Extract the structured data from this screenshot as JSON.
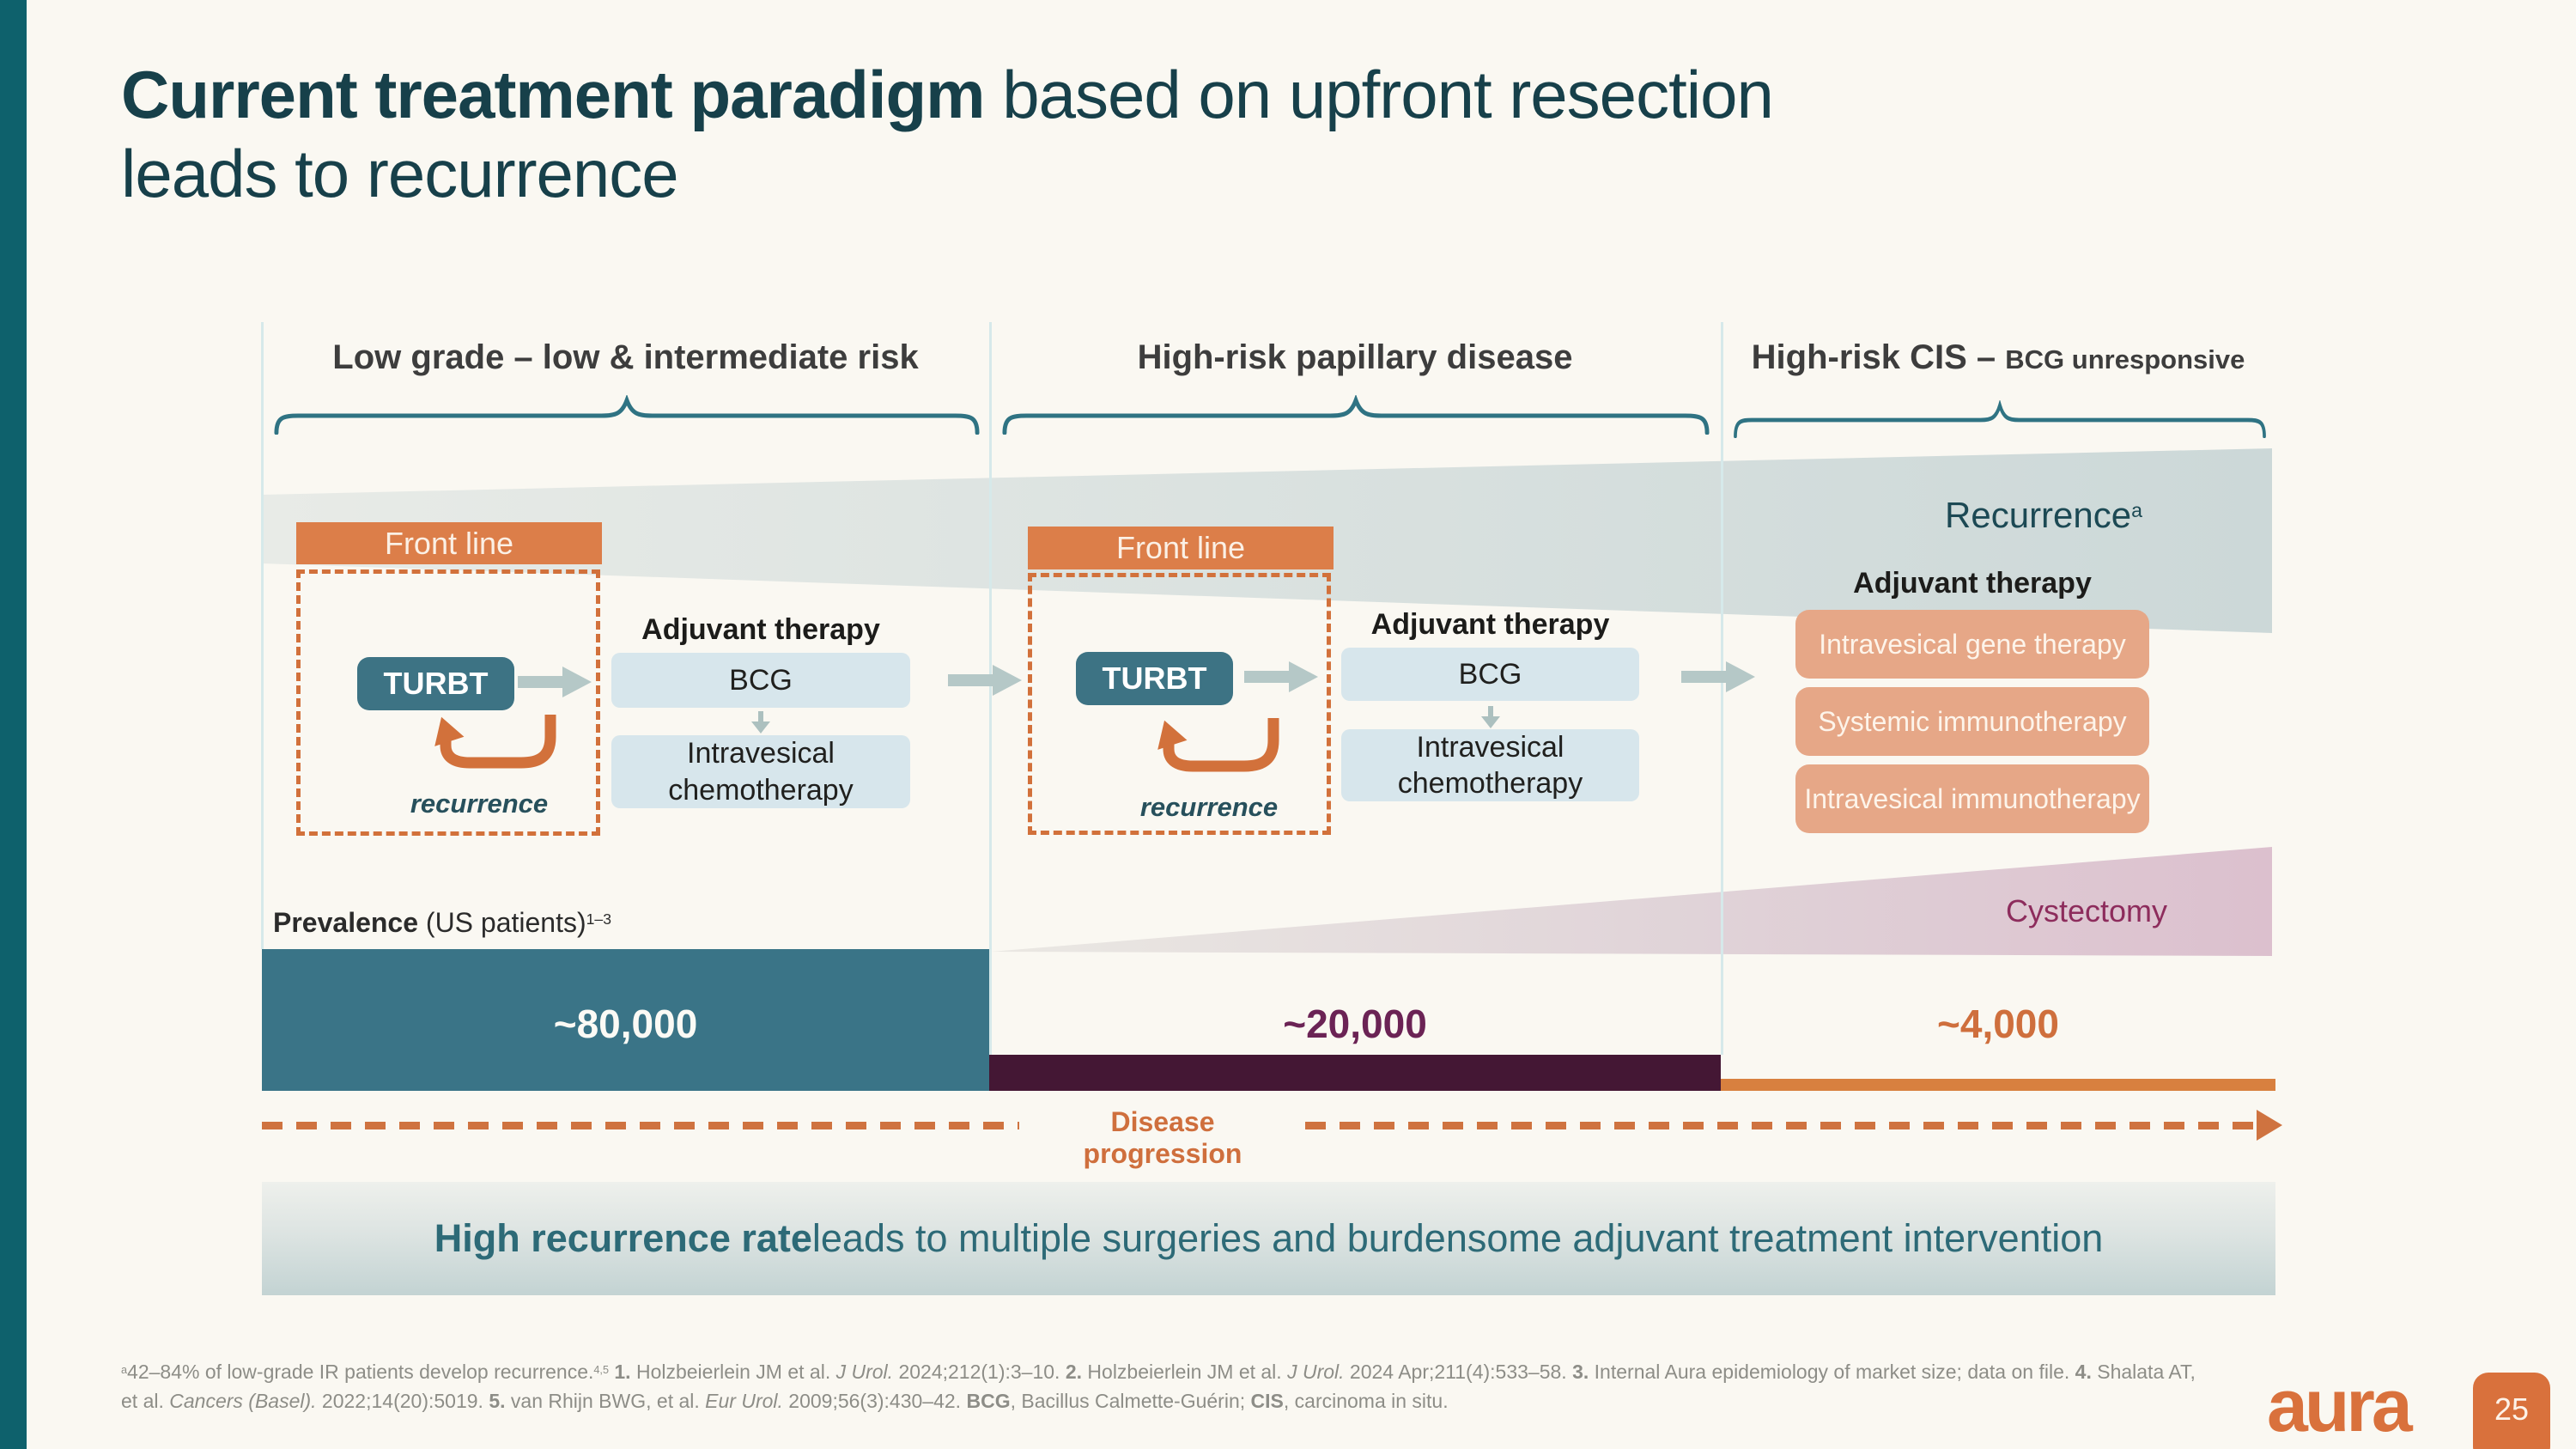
{
  "colors": {
    "background": "#faf8f2",
    "left_accent_bar": "#0e616c",
    "title_teal": "#17404a",
    "header_gray": "#3d3d3d",
    "brace_teal": "#2f7383",
    "recurrence_band_gray": "#ccd8d8",
    "front_line_orange": "#dc7e49",
    "dashed_orange": "#d2713b",
    "turbt_teal": "#3d7384",
    "light_blue_box": "#d7e6ec",
    "flow_arrow_gray": "#b5c8c7",
    "salmon_box": "#e6a787",
    "cystectomy_pink": "#dcc0ce",
    "cystectomy_text": "#8d2c5c",
    "prevalence_bar_teal": "#3a7487",
    "maroon_text": "#6b2355",
    "maroon_bar": "#441734",
    "orange_bar": "#d8803f",
    "banner_text": "#2d6a77",
    "logo_orange": "#d9713c"
  },
  "title": {
    "segments": [
      {
        "t": "Current treatment paradigm",
        "b": 1
      },
      {
        "t": " based on upfront resection\nleads to recurrence"
      }
    ]
  },
  "recurrence_band": {
    "label_segments": [
      {
        "t": "Recurrence"
      },
      {
        "t": "a",
        "sup": 1
      }
    ]
  },
  "cystectomy_label": "Cystectomy",
  "prevalence": {
    "label_segments": [
      {
        "t": "Prevalence",
        "b": 1
      },
      {
        "t": " (US patients)"
      },
      {
        "t": "1–3",
        "sup": 1
      }
    ]
  },
  "disease_progression_label": "Disease progression",
  "banner": {
    "segments": [
      {
        "t": "High recurrence rate",
        "b": 1
      },
      {
        "t": " leads to multiple surgeries and burdensome adjuvant treatment intervention"
      }
    ]
  },
  "columns": [
    {
      "header_segments": [
        {
          "t": "Low grade – low & intermediate risk"
        }
      ],
      "front_line_label": "Front line",
      "turbt_label": "TURBT",
      "recurrence_loop_label": "recurrence",
      "adjuvant_heading": "Adjuvant therapy",
      "therapies": [
        "BCG",
        "Intravesical chemotherapy"
      ],
      "prevalence_value": "~80,000"
    },
    {
      "header_segments": [
        {
          "t": "High-risk papillary disease"
        }
      ],
      "front_line_label": "Front line",
      "turbt_label": "TURBT",
      "recurrence_loop_label": "recurrence",
      "adjuvant_heading": "Adjuvant therapy",
      "therapies": [
        "BCG",
        "Intravesical chemotherapy"
      ],
      "prevalence_value": "~20,000"
    },
    {
      "header_segments": [
        {
          "t": "High-risk CIS – "
        },
        {
          "t": "BCG unresponsive",
          "small": 1
        }
      ],
      "adjuvant_heading": "Adjuvant therapy",
      "therapies": [
        "Intravesical gene therapy",
        "Systemic immunotherapy",
        "Intravesical immunotherapy"
      ],
      "prevalence_value": "~4,000"
    }
  ],
  "footnotes": {
    "line1_segments": [
      {
        "t": "a",
        "sup": 1
      },
      {
        "t": "42–84% of low-grade IR patients develop recurrence."
      },
      {
        "t": "4,5",
        "sup": 1
      },
      {
        "t": " "
      },
      {
        "t": "1.",
        "b": 1
      },
      {
        "t": " Holzbeierlein JM et al. "
      },
      {
        "t": "J Urol.",
        "i": 1
      },
      {
        "t": " 2024;212(1):3–10. "
      },
      {
        "t": "2.",
        "b": 1
      },
      {
        "t": " Holzbeierlein JM et al. "
      },
      {
        "t": "J Urol.",
        "i": 1
      },
      {
        "t": " 2024 Apr;211(4):533–58. "
      },
      {
        "t": "3.",
        "b": 1
      },
      {
        "t": " Internal Aura epidemiology of market size; data on file. "
      },
      {
        "t": "4.",
        "b": 1
      },
      {
        "t": " Shalata AT,"
      }
    ],
    "line2_segments": [
      {
        "t": "et al. "
      },
      {
        "t": "Cancers (Basel).",
        "i": 1
      },
      {
        "t": " 2022;14(20):5019. "
      },
      {
        "t": "5.",
        "b": 1
      },
      {
        "t": " van Rhijn BWG, et al. "
      },
      {
        "t": "Eur Urol.",
        "i": 1
      },
      {
        "t": " 2009;56(3):430–42. "
      },
      {
        "t": "BCG",
        "b": 1
      },
      {
        "t": ", Bacillus Calmette-Guérin; "
      },
      {
        "t": "CIS",
        "b": 1
      },
      {
        "t": ", carcinoma in situ."
      }
    ]
  },
  "footer": {
    "logo_text": "aura",
    "page_number": "25"
  }
}
